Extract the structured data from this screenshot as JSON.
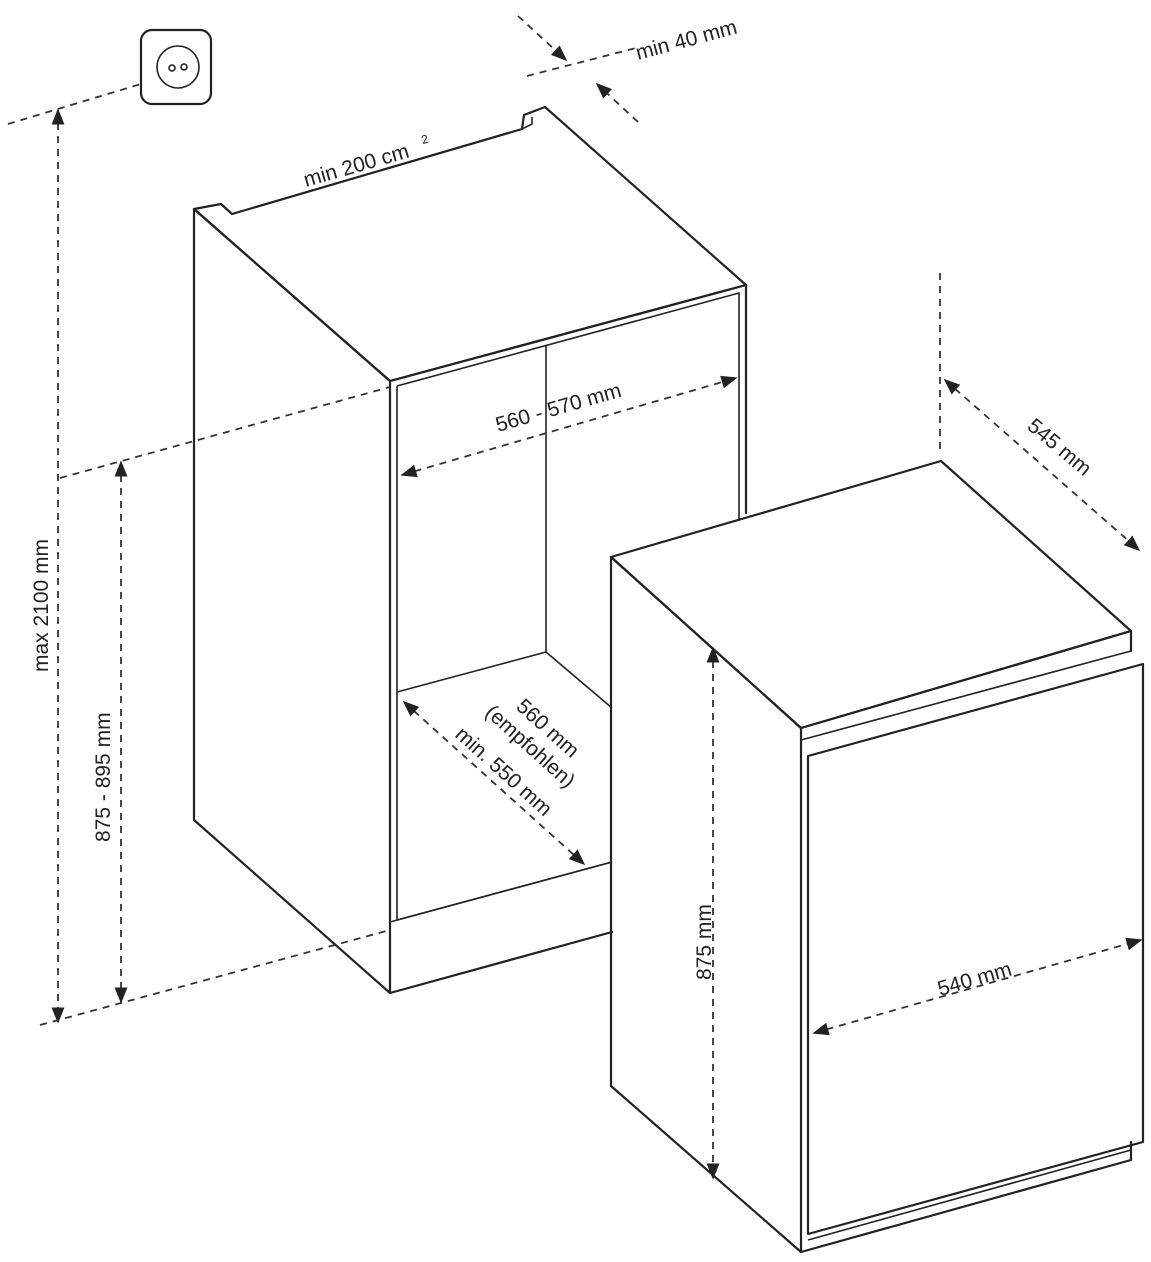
{
  "labels": {
    "top_gap": "min 40 mm",
    "ventilation": "min 200 cm",
    "ventilation_sup": "2",
    "niche_width": "560 - 570 mm",
    "max_height": "max 2100 mm",
    "niche_height": "875 - 895 mm",
    "depth_line1": "560 mm",
    "depth_line2": "(empfohlen)",
    "depth_line3": "min. 550 mm",
    "appliance_depth": "545 mm",
    "appliance_height": "875 mm",
    "appliance_width": "540 mm"
  },
  "icons": {
    "socket": "power-socket-icon"
  },
  "colors": {
    "line": "#222222",
    "background": "#ffffff"
  }
}
